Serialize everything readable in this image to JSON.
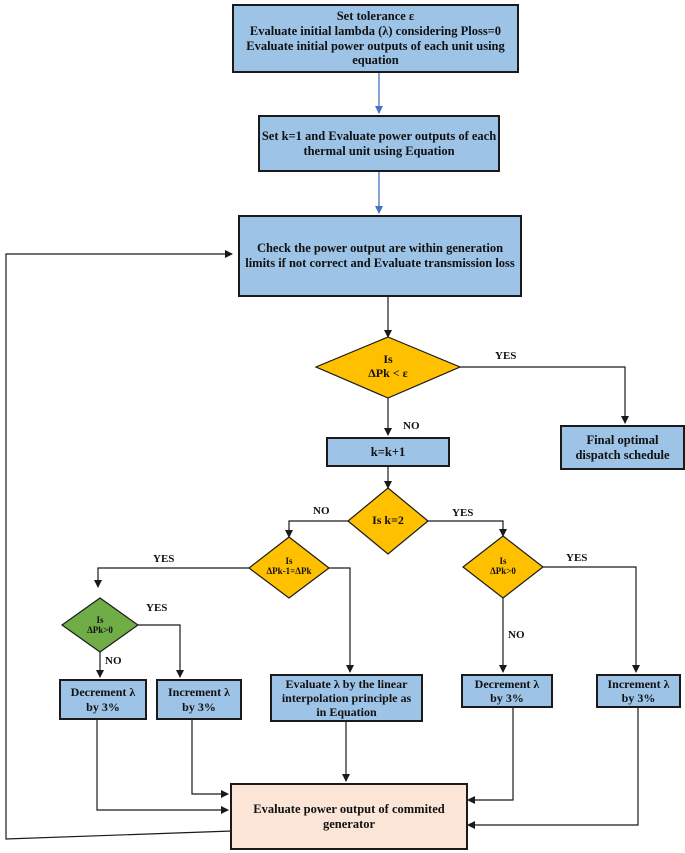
{
  "colors": {
    "process_fill": "#9dc3e6",
    "final_fill": "#fbe5d6",
    "decision_fill": "#ffc000",
    "green_decision_fill": "#70ad47",
    "stroke": "#1a1a1a",
    "blue_arrow": "#4472c4"
  },
  "boxes": {
    "init": [
      "Set tolerance ε",
      "Evaluate initial lambda (λ) considering Ploss=0",
      "Evaluate initial power outputs of each unit using",
      "equation"
    ],
    "set_k": [
      "Set k=1 and Evaluate power outputs of each",
      "thermal unit using Equation"
    ],
    "check": [
      "Check the power output are within generation",
      "limits if not correct and  Evaluate transmission loss"
    ],
    "k_inc": [
      "k=k+1"
    ],
    "final_schedule": [
      "Final optimal",
      "dispatch schedule"
    ],
    "dec_left": [
      "Decrement λ",
      "by 3%"
    ],
    "inc_left": [
      "Increment λ",
      "by 3%"
    ],
    "interp": [
      "Evaluate λ by the linear",
      "interpolation principle as",
      "in Equation"
    ],
    "dec_right": [
      "Decrement λ",
      "by 3%"
    ],
    "inc_right": [
      "Increment λ",
      "by 3%"
    ],
    "evaluate_output": [
      "Evaluate power output of commited",
      "generator"
    ]
  },
  "decisions": {
    "delta_tol": [
      "Is",
      "ΔPk < ε"
    ],
    "k_eq_2": [
      "Is k=2"
    ],
    "delta_equal": [
      "Is",
      "ΔPk-1=ΔPk"
    ],
    "delta_pos_right": [
      "Is",
      "ΔPk>0"
    ],
    "delta_pos_left": [
      "Is",
      "ΔPk>0"
    ]
  },
  "labels": {
    "yes_tol": "YES",
    "no_tol": "NO",
    "no_k2": "NO",
    "yes_k2": "YES",
    "yes_equal": "YES",
    "yes_left": "YES",
    "no_left": "NO",
    "no_right": "NO",
    "yes_right": "YES"
  }
}
